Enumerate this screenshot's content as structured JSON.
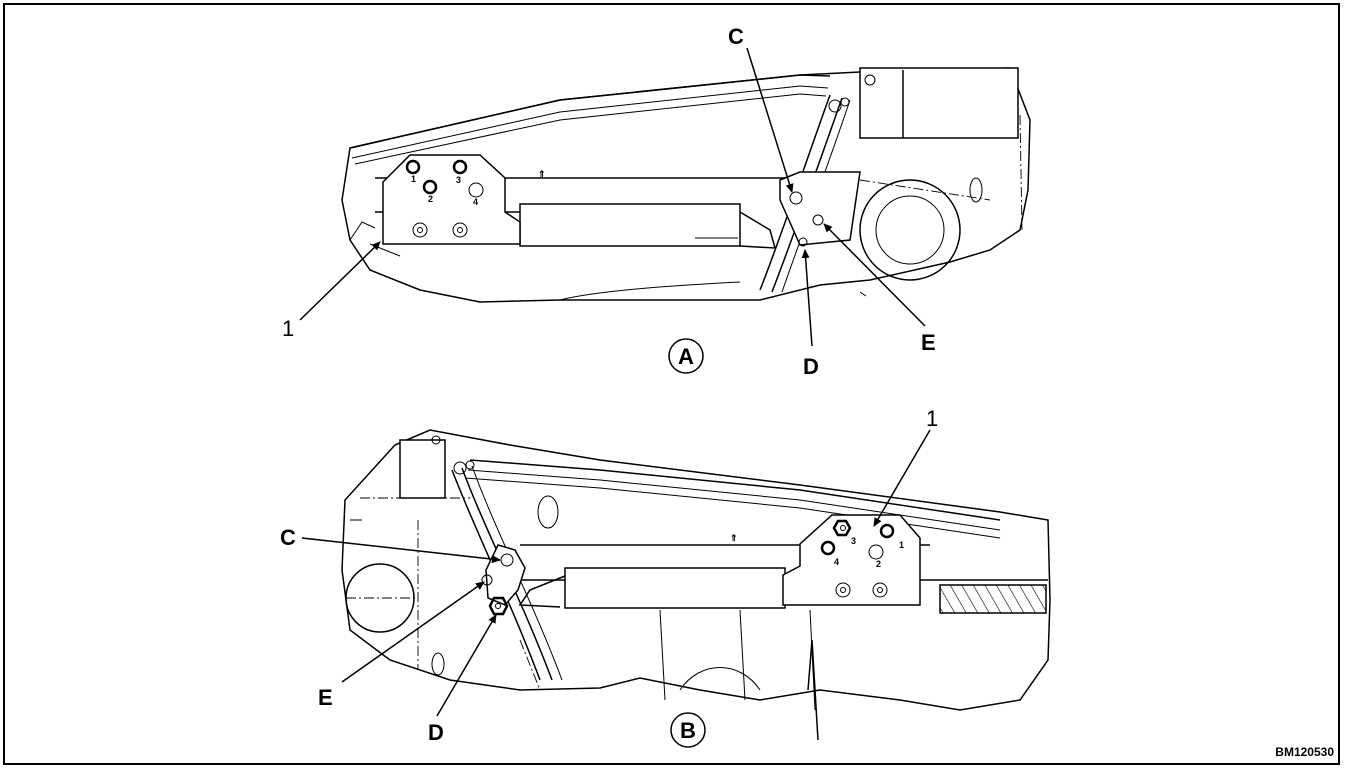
{
  "figure_id": "BM120530",
  "views": {
    "a": {
      "view_label": "A",
      "part_label": "1",
      "labels": {
        "c": "C",
        "d": "D",
        "e": "E"
      },
      "hole_numbers": [
        "1",
        "2",
        "3",
        "4"
      ]
    },
    "b": {
      "view_label": "B",
      "part_label": "1",
      "labels": {
        "c": "C",
        "d": "D",
        "e": "E"
      },
      "hole_numbers": [
        "1",
        "2",
        "3",
        "4"
      ]
    }
  },
  "colors": {
    "line": "#000000",
    "background": "#ffffff"
  }
}
